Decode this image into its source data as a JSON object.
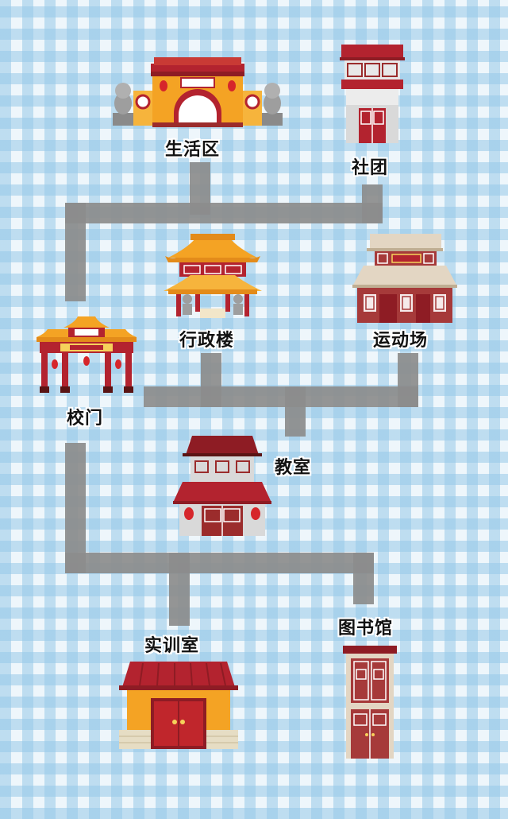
{
  "locations": {
    "living_area": "生活区",
    "clubs": "社团",
    "admin_building": "行政楼",
    "sports_field": "运动场",
    "school_gate": "校门",
    "classroom": "教室",
    "training_room": "实训室",
    "library": "图书馆"
  },
  "colors": {
    "path": "#8c8c8c",
    "roof_red": "#b3232f",
    "roof_orange": "#f4a324",
    "wall_yellow": "#f6b43c",
    "wall_grey": "#d9d9d9",
    "wall_beige": "#e3d6c3",
    "wood_brown": "#9b2c2c"
  }
}
